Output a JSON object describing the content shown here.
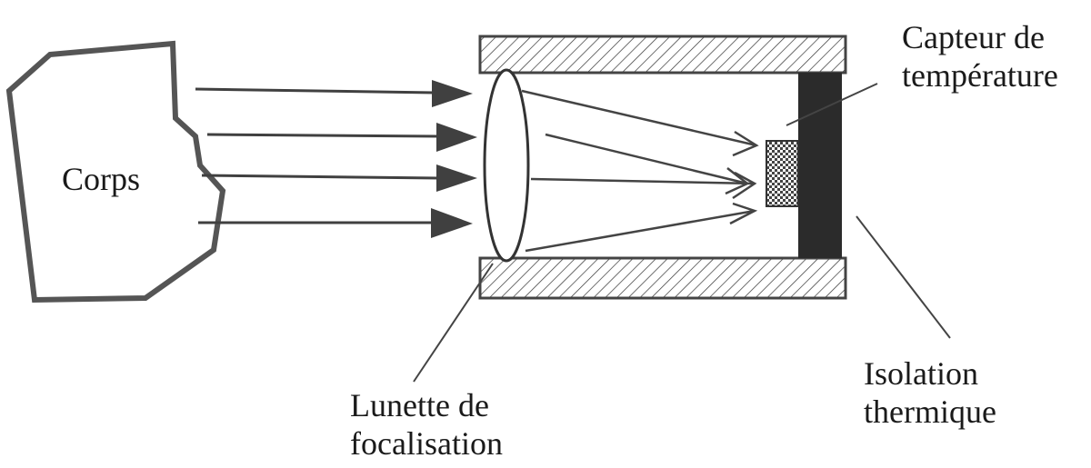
{
  "labels": {
    "body": "Corps",
    "sensor_line1": "Capteur de",
    "sensor_line2": "température",
    "lens_line1": "Lunette de",
    "lens_line2": "focalisation",
    "insulation_line1": "Isolation",
    "insulation_line2": "thermique"
  }
}
